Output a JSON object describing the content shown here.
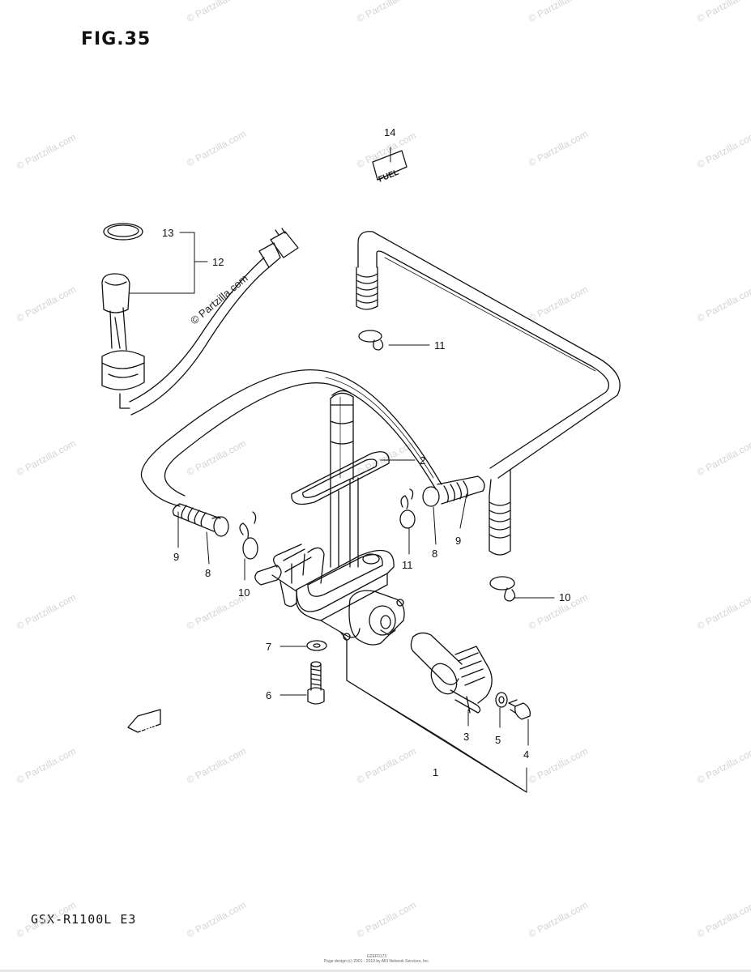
{
  "figure": {
    "title": "FIG.35",
    "model": "GSX-R1100L E3"
  },
  "watermark": {
    "text": "© Partzilla.com"
  },
  "overlay_watermark": {
    "text": "© Partzilla.com"
  },
  "footer": {
    "line1": "G2EF0173",
    "line2": "Page design (c) 2001 - 2019 by ARI Network Services, Inc."
  },
  "labels": {
    "fuel_label": "FUEL",
    "fwd_label": "FWD"
  },
  "callouts": [
    {
      "id": "1",
      "text": "1"
    },
    {
      "id": "2",
      "text": "2"
    },
    {
      "id": "3",
      "text": "3"
    },
    {
      "id": "4",
      "text": "4"
    },
    {
      "id": "5",
      "text": "5"
    },
    {
      "id": "6",
      "text": "6"
    },
    {
      "id": "7",
      "text": "7"
    },
    {
      "id": "8a",
      "text": "8"
    },
    {
      "id": "8b",
      "text": "8"
    },
    {
      "id": "9a",
      "text": "9"
    },
    {
      "id": "9b",
      "text": "9"
    },
    {
      "id": "10a",
      "text": "10"
    },
    {
      "id": "10b",
      "text": "10"
    },
    {
      "id": "11a",
      "text": "11"
    },
    {
      "id": "11b",
      "text": "11"
    },
    {
      "id": "12",
      "text": "12"
    },
    {
      "id": "13",
      "text": "13"
    },
    {
      "id": "14",
      "text": "14"
    }
  ]
}
